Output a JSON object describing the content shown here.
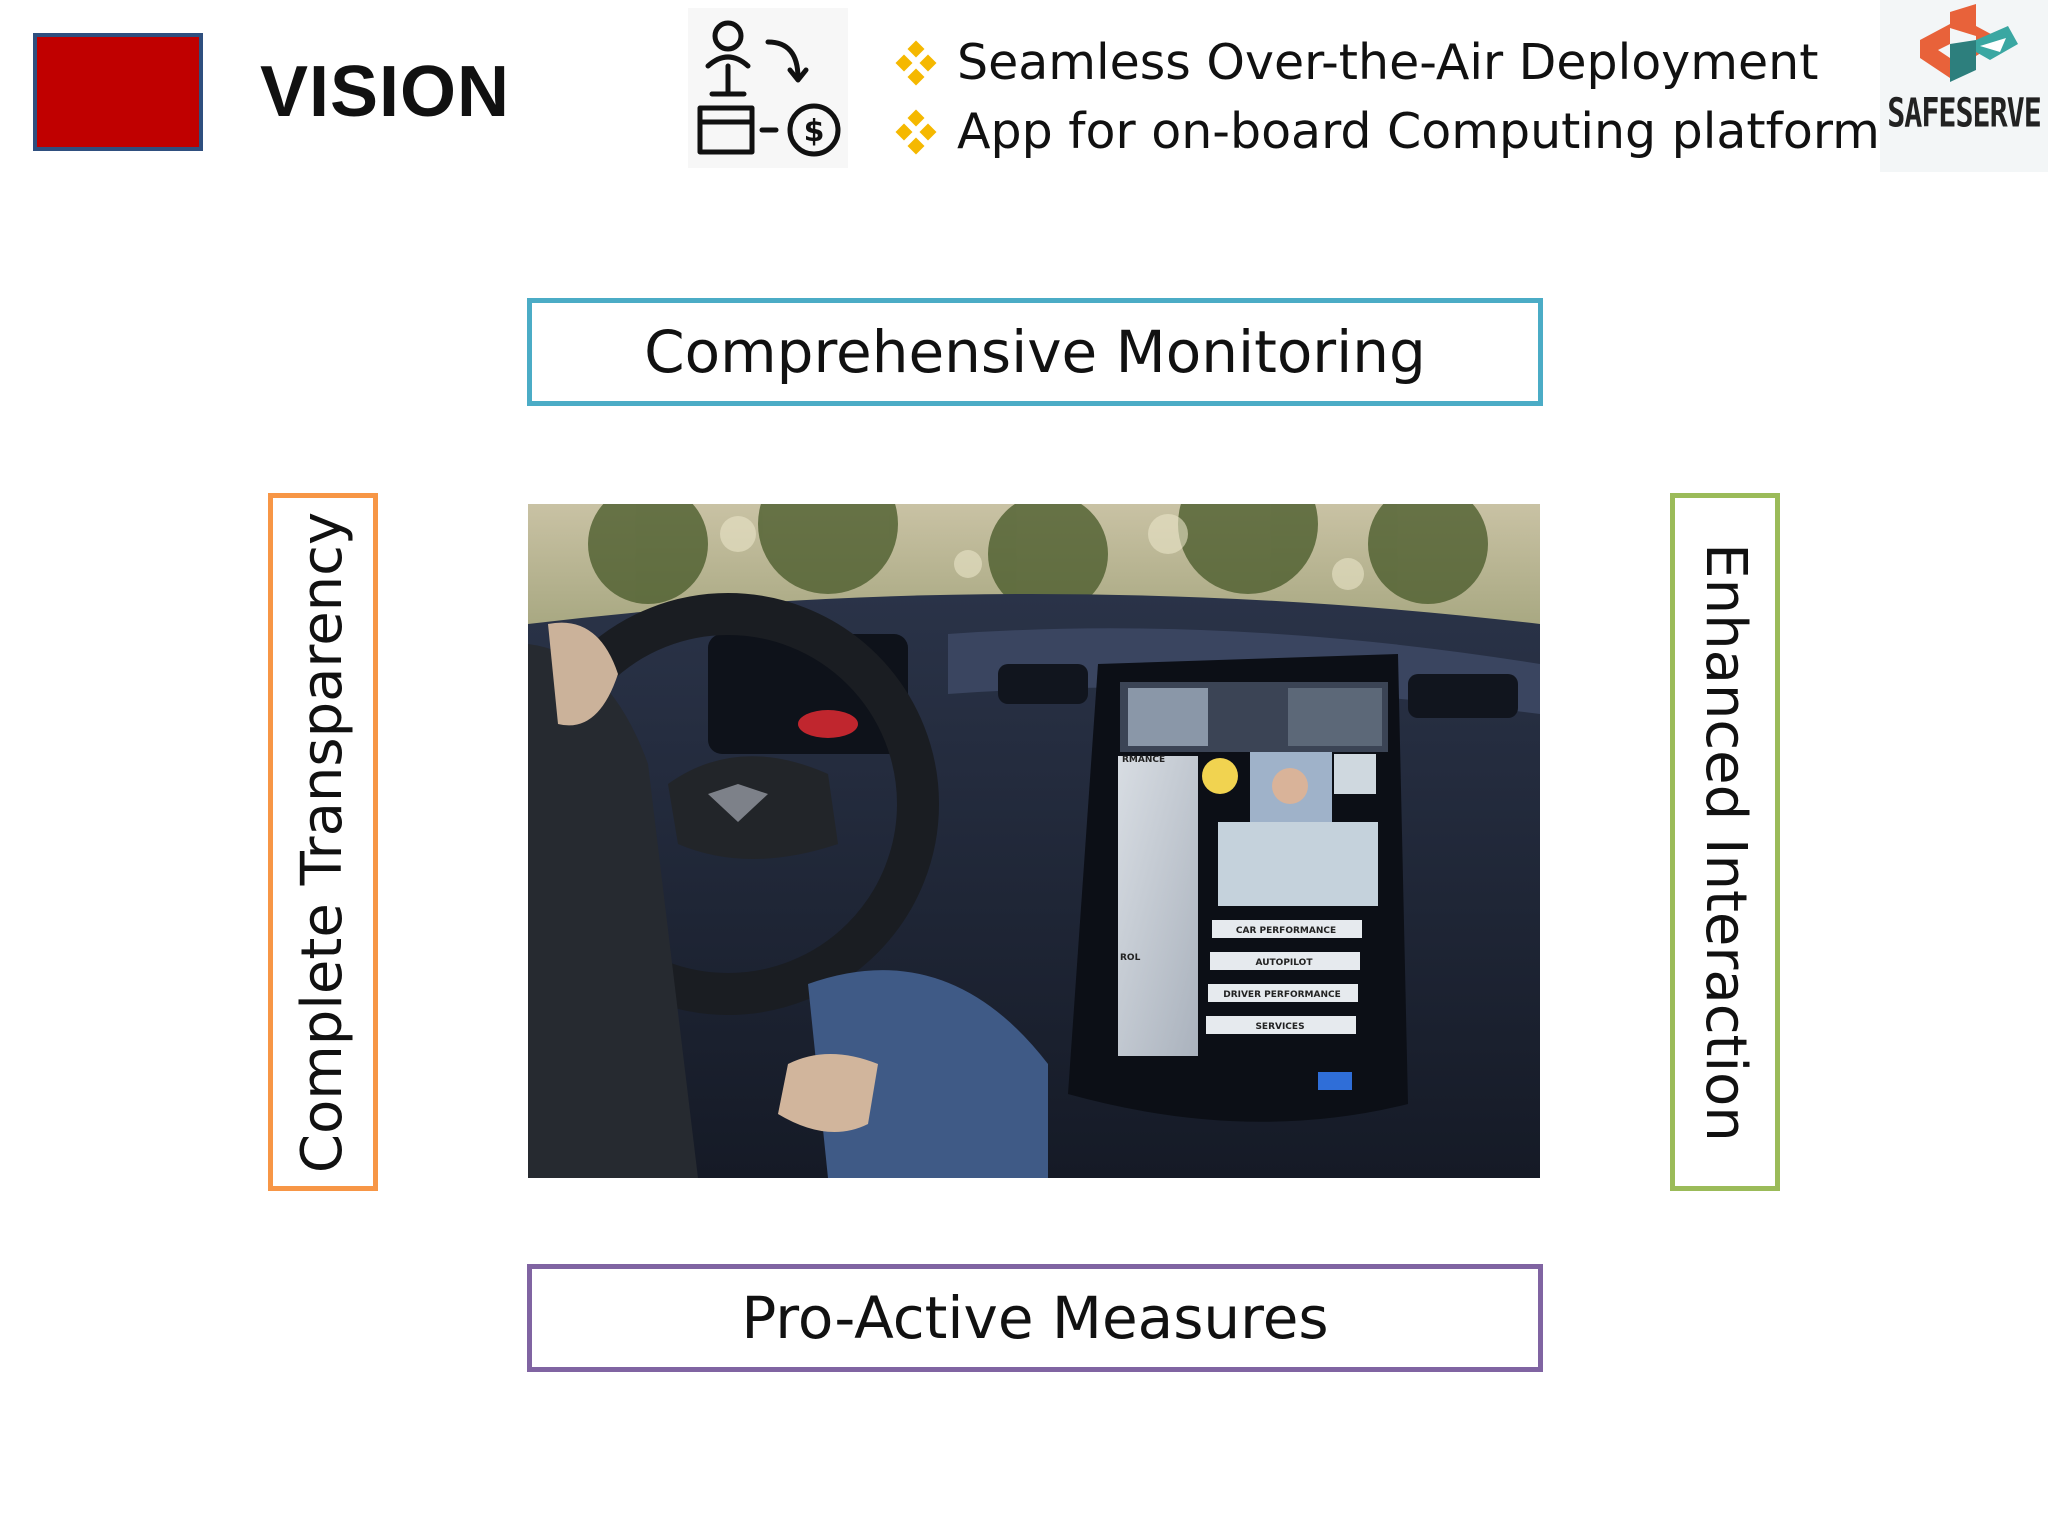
{
  "header": {
    "title": "VISION",
    "bullets": [
      "Seamless Over-the-Air Deployment",
      "App for on-board Computing platform"
    ],
    "accent_color": "#f5b800",
    "logo_text": "SAFESERVE",
    "title_block_color": "#c00000"
  },
  "pillars": {
    "top": "Comprehensive Monitoring",
    "bottom": "Pro-Active Measures",
    "left": "Complete Transparency",
    "right": "Enhanced Interaction",
    "colors": {
      "top": "#4bacc6",
      "bottom": "#8064a2",
      "left": "#f79646",
      "right": "#9bbb59"
    }
  },
  "dashboard_screen": {
    "menu_items": [
      "CAR PERFORMANCE",
      "AUTOPILOT",
      "DRIVER PERFORMANCE",
      "SERVICES"
    ],
    "section_label": "RMANCE",
    "side_label": "ROL"
  }
}
